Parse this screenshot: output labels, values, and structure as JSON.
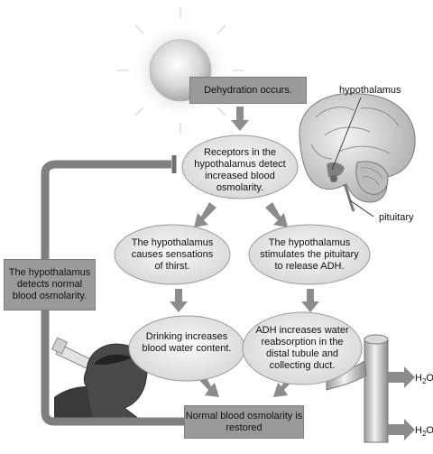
{
  "diagram": {
    "start": "Dehydration occurs.",
    "receptors": "Receptors in the hypothalamus detect increased blood osmolarity.",
    "thirst": "The hypothalamus causes sensations of thirst.",
    "adh_release": "The hypothalamus stimulates the pituitary to release ADH.",
    "drinking": "Drinking increases blood water content.",
    "reabsorption": "ADH increases water reabsorption in the distal tubule and collecting duct.",
    "feedback": "The hypothalamus detects normal blood osmolarity.",
    "restored": "Normal blood osmolarity is restored",
    "labels": {
      "hypothalamus": "hypothalamus",
      "pituitary": "pituitary",
      "water_out_1": "H",
      "water_sub_1": "2",
      "water_end_1": "O",
      "water_out_2": "H",
      "water_sub_2": "2",
      "water_end_2": "O"
    }
  }
}
